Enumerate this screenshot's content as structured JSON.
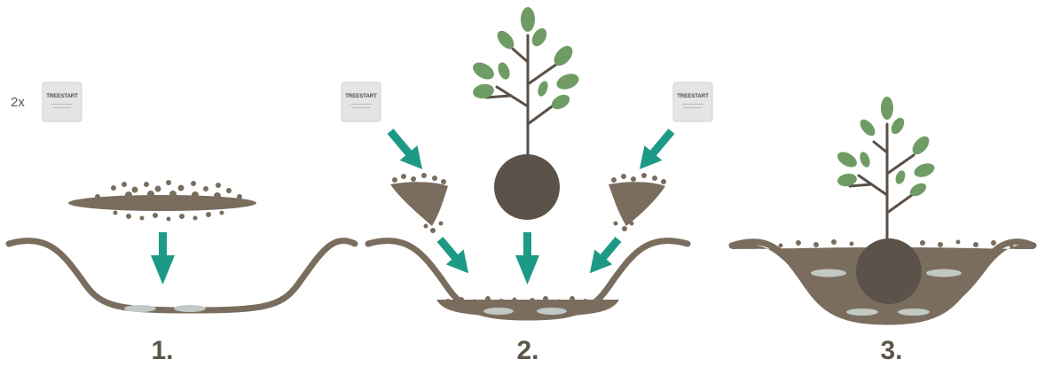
{
  "packet": {
    "brand": "TREESTART",
    "count_label": "2x"
  },
  "steps": [
    {
      "number": "1."
    },
    {
      "number": "2."
    },
    {
      "number": "3."
    }
  ],
  "colors": {
    "soil": "#7a6d5e",
    "soil_dark": "#625a4f",
    "root_ball": "#5b5249",
    "leaf": "#6f9c65",
    "branch": "#5a5047",
    "arrow": "#1d9a86",
    "granule": "#c2c8c4",
    "packet": "#e4e6e4"
  },
  "icons": [
    "fertilizer-packet-icon",
    "arrow-down-icon",
    "tree-icon",
    "root-ball-icon",
    "soil-mound-icon",
    "planting-hole-icon",
    "granule-icon"
  ]
}
